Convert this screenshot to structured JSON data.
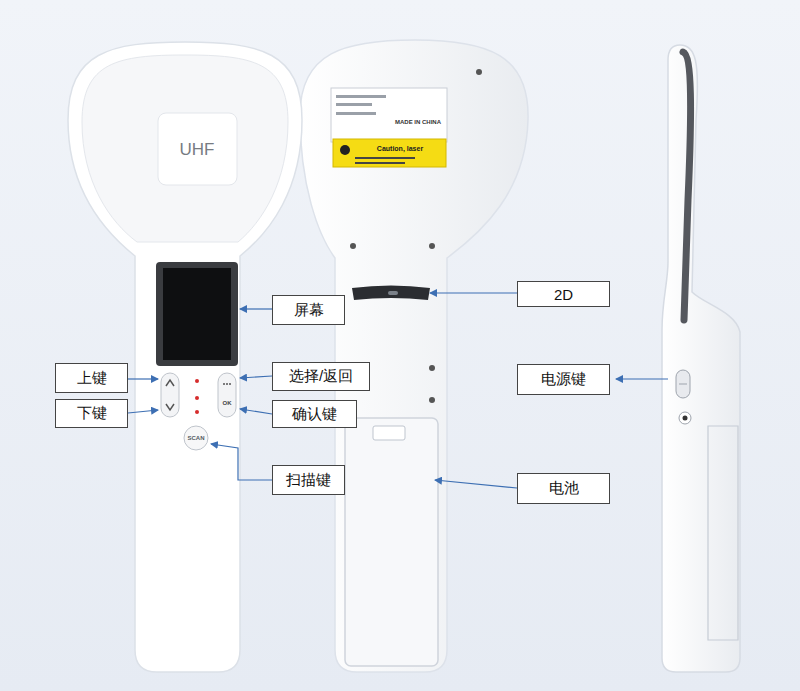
{
  "diagram": {
    "nodes": [
      {
        "text": [
          "2D"
        ]
      },
      {
        "text": [
          "屏幕"
        ]
      },
      {
        "text": [
          "上键"
        ]
      },
      {
        "text": [
          "选择/返回"
        ]
      },
      {
        "text": [
          "电源键"
        ]
      },
      {
        "text": [
          "下键"
        ]
      },
      {
        "text": [
          "确认键"
        ]
      },
      {
        "text": [
          "扫描键"
        ]
      },
      {
        "text": [
          "电池"
        ]
      }
    ],
    "labels": [
      "UHF",
      "SCAN",
      "OK",
      "MADE IN CHINA",
      "Caution, laser"
    ]
  }
}
